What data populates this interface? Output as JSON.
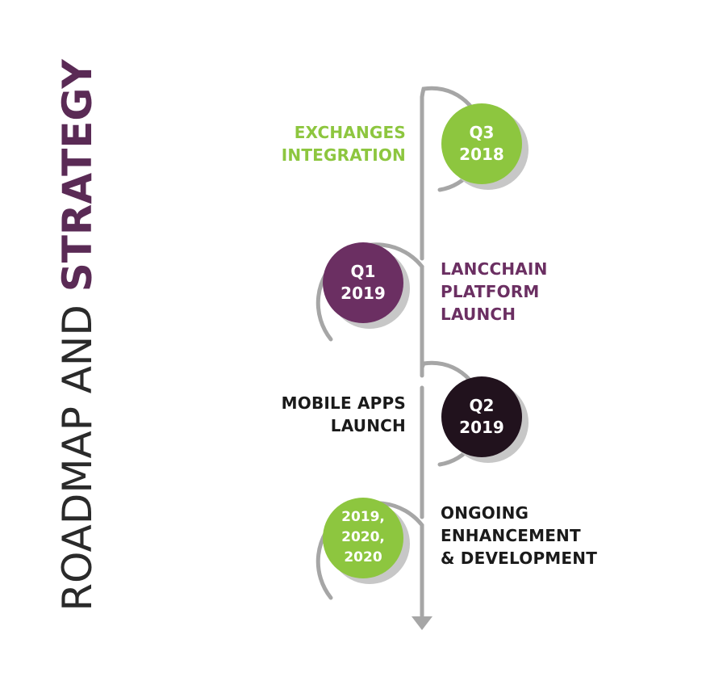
{
  "title": {
    "part1": "ROADMAP AND ",
    "part2": "STRATEGY"
  },
  "milestones": [
    {
      "date_line1": "Q3",
      "date_line2": "2018",
      "label_line1": "EXCHANGES",
      "label_line2": "INTEGRATION",
      "label_line3": "",
      "circle_color": "#8dc63f",
      "label_color": "#8dc63f"
    },
    {
      "date_line1": "Q1",
      "date_line2": "2019",
      "label_line1": "LANCCHAIN",
      "label_line2": "PLATFORM",
      "label_line3": "LAUNCH",
      "circle_color": "#6b2f62",
      "label_color": "#6b2f62"
    },
    {
      "date_line1": "Q2",
      "date_line2": "2019",
      "label_line1": "MOBILE APPS",
      "label_line2": "LAUNCH",
      "label_line3": "",
      "circle_color": "#21121d",
      "label_color": "#1a1a1a"
    },
    {
      "date_line1": "2019,",
      "date_line2": "2020,",
      "date_line3": "2020",
      "label_line1": "ONGOING",
      "label_line2": "ENHANCEMENT",
      "label_line3": "& DEVELOPMENT",
      "circle_color": "#8dc63f",
      "label_color": "#1a1a1a"
    }
  ],
  "colors": {
    "track": "#a6a6a6",
    "shadow": "#c7c7c7"
  }
}
